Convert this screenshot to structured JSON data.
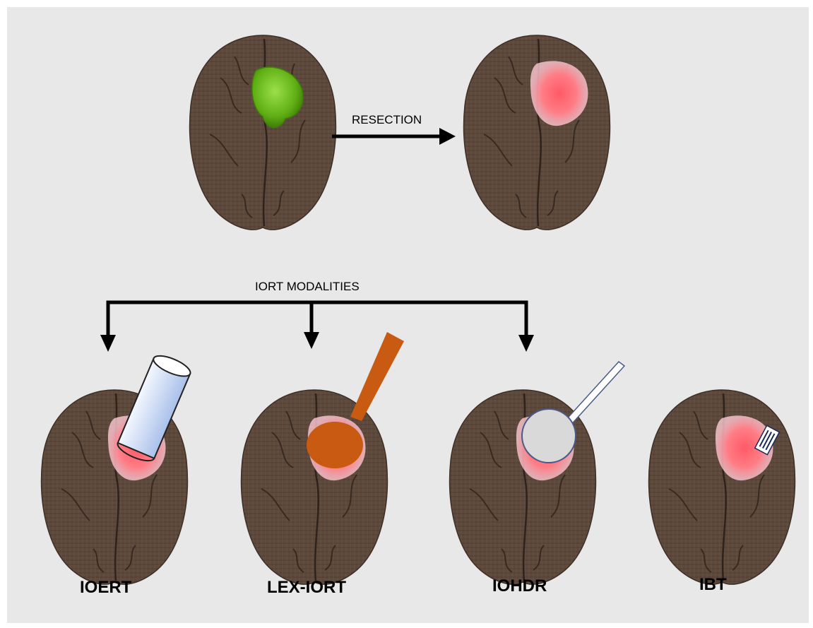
{
  "labels": {
    "resection": "RESECTION",
    "iort_modalities": "IORT MODALITIES",
    "ioert": "IOERT",
    "lex_iort": "LEX-IORT",
    "iohdr": "IOHDR",
    "ibt": "IBT"
  },
  "colors": {
    "background": "#e8e8e8",
    "brain": "#5e4a3d",
    "tumor": "#6fc21a",
    "resection_cavity": "#ff6f7a",
    "lex_iort_applicator": "#c85a12",
    "iohdr_applicator": "#d9d9d9",
    "ioert_applicator": "#c9d8f2",
    "arrows": "#000000"
  }
}
